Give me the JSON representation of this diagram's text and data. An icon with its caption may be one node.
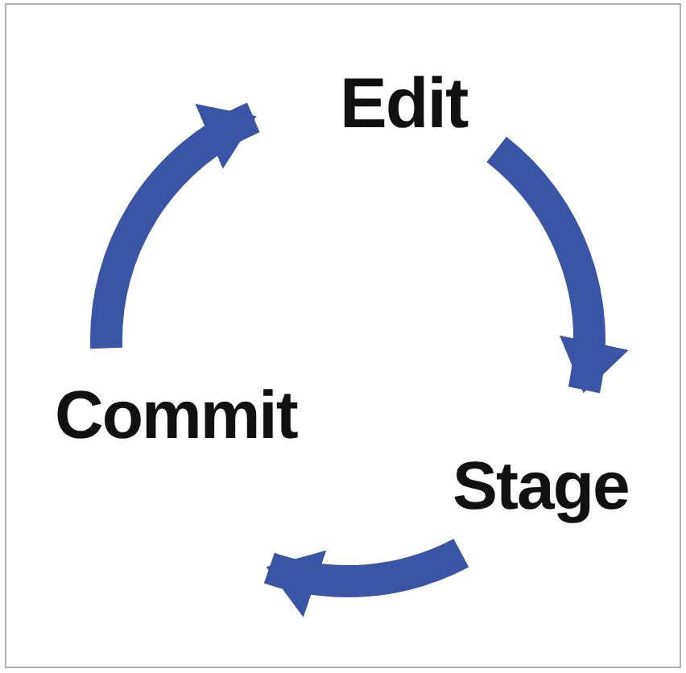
{
  "diagram": {
    "nodes": [
      {
        "text": [
          "Edit"
        ]
      },
      {
        "text": [
          "Stage"
        ]
      },
      {
        "text": [
          "Commit"
        ]
      }
    ],
    "edges": [
      {
        "from": 0,
        "to": 1,
        "arrow": "to"
      },
      {
        "from": 1,
        "to": 2,
        "arrow": "to"
      },
      {
        "from": 2,
        "to": 0,
        "arrow": "to"
      }
    ]
  }
}
